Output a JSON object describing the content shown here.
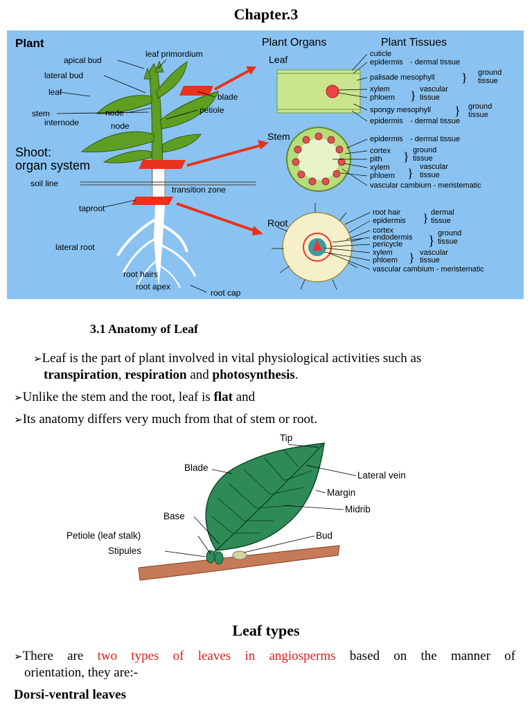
{
  "chapter_title": "Chapter.3",
  "figure1": {
    "plant": "Plant",
    "plant_organs": "Plant Organs",
    "plant_tissues": "Plant Tissues",
    "shoot": "Shoot:",
    "organ_system": "organ system",
    "labels": {
      "apical_bud": "apical bud",
      "leaf_primordium": "leaf primordium",
      "lateral_bud": "lateral bud",
      "leaf": "leaf",
      "blade": "blade",
      "stem": "stem",
      "node1": "node",
      "petiole": "petiole",
      "internode": "internode",
      "node2": "node",
      "soil_line": "soil line",
      "transition_zone": "transition zone",
      "taproot": "taproot",
      "lateral_root": "lateral root",
      "root_hairs": "root hairs",
      "root_apex": "root apex",
      "root_cap": "root cap"
    },
    "organ_leaf": "Leaf",
    "organ_stem": "Stem",
    "organ_root": "Root",
    "leaf_tissues": {
      "cuticle": "cuticle",
      "epidermis_top": "epidermis",
      "dermal_top": "- dermal tissue",
      "palisade": "palisade mesophyll",
      "ground1a": "ground",
      "ground1b": "tissue",
      "xylem": "xylem",
      "phloem": "phloem",
      "vascular_a": "vascular",
      "vascular_b": "tissue",
      "spongy": "spongy mesophyll",
      "ground2a": "ground",
      "ground2b": "tissue",
      "epidermis_bottom": "epidermis",
      "dermal_bottom": "- dermal tissue"
    },
    "stem_tissues": {
      "epidermis": "epidermis",
      "dermal": "- dermal tissue",
      "cortex": "cortex",
      "pith": "pith",
      "ground_a": "ground",
      "ground_b": "tissue",
      "xylem": "xylem",
      "phloem": "phloem",
      "vascular_a": "vascular",
      "vascular_b": "tissue",
      "cambium": "vascular cambium - meristematic"
    },
    "root_tissues": {
      "root_hair": "root hair",
      "epidermis": "epidermis",
      "dermal_a": "dermal",
      "dermal_b": "tissue",
      "cortex": "cortex",
      "endodermis": "endodermis",
      "pericycle": "pericycle",
      "ground_a": "ground",
      "ground_b": "tissue",
      "xylem": "xylem",
      "phloem": "phloem",
      "vascular_a": "vascular",
      "vascular_b": "tissue",
      "cambium": "vascular cambium - meristematic"
    }
  },
  "section_title": "3.1 Anatomy of Leaf",
  "bullets": {
    "b1_text": "Leaf is the part of plant involved in vital physiological activities such as",
    "b1_bold1": "transpiration",
    "b1_comma": ", ",
    "b1_bold2": "respiration",
    "b1_and": " and ",
    "b1_bold3": "photosynthesis",
    "b1_end": ".",
    "b2_text": "Unlike the stem and the root, leaf is ",
    "b2_bold": "flat",
    "b2_end": " and",
    "b3_text": "Its anatomy differs very much from that of stem or root."
  },
  "figure2": {
    "tip": "Tip",
    "blade": "Blade",
    "lateral_vein": "Lateral vein",
    "margin": "Margin",
    "midrib": "Midrib",
    "base": "Base",
    "petiole": "Petiole (leaf stalk)",
    "bud": "Bud",
    "stipules": "Stipules"
  },
  "leaf_types_title": "Leaf types",
  "leaf_types": {
    "t1": "There are ",
    "red": "two types of leaves in angiosperms",
    "t2": " based on the manner of",
    "line2": "orientation, they are:-"
  },
  "dorsi_title": "Dorsi-ventral leaves",
  "colors": {
    "diagram_bg": "#8ac3f1",
    "accent_red": "#e01b1b",
    "leaf_green": "#2e8b57"
  }
}
